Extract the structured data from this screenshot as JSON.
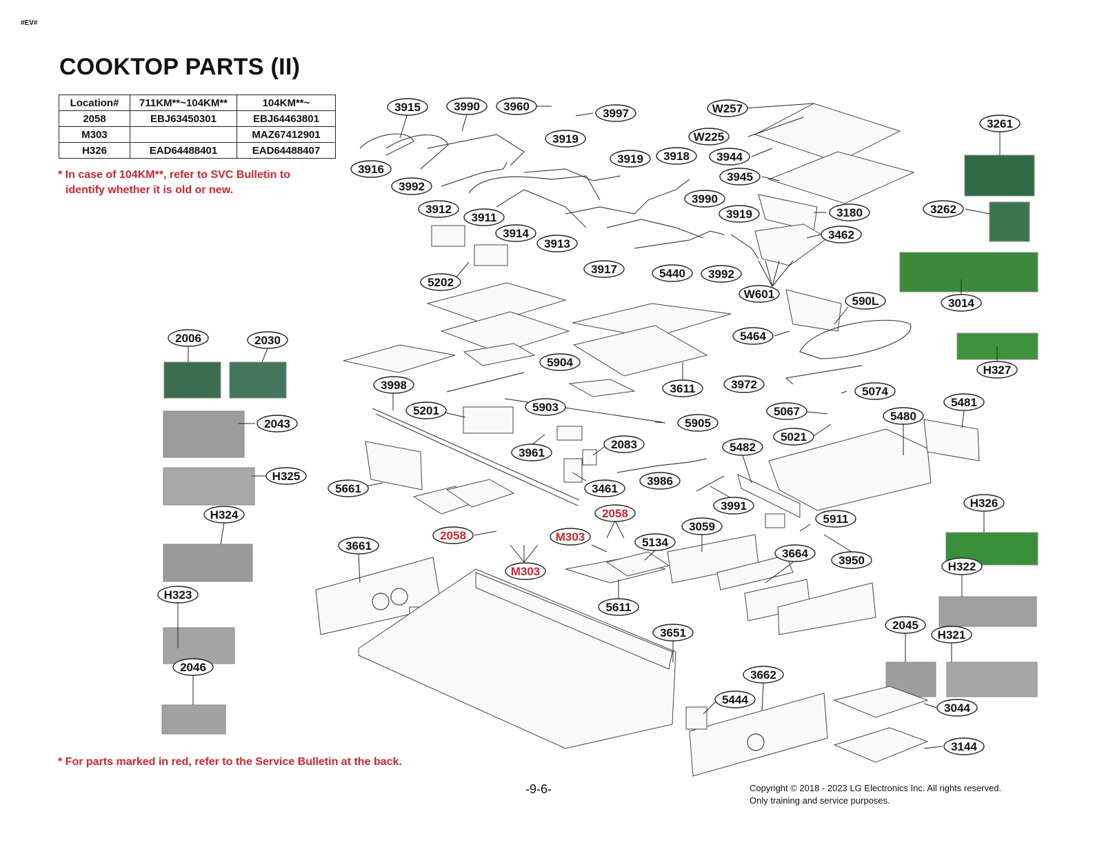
{
  "tag": "#EV#",
  "title": "COOKTOP PARTS (II)",
  "table": {
    "headers": [
      "Location#",
      "711KM**~104KM**",
      "104KM**~"
    ],
    "rows": [
      [
        "2058",
        "EBJ63450301",
        "EBJ64463801"
      ],
      [
        "M303",
        "",
        "MAZ67412901"
      ],
      [
        "H326",
        "EAD64488401",
        "EAD64488407"
      ]
    ]
  },
  "note_top_line1": "* In case of 104KM**, refer to SVC Bulletin to",
  "note_top_line2": "identify whether it is old or new.",
  "note_bottom": "* For parts marked in red, refer to the Service Bulletin at the back.",
  "page_number": "-9-6-",
  "copyright_line1": "Copyright © 2018 - 2023 LG Electronics Inc. All rights reserved.",
  "copyright_line2": "Only training and service purposes.",
  "red_color": "#d6242c",
  "callouts": [
    {
      "label": "3915",
      "red": false
    },
    {
      "label": "3990",
      "red": false
    },
    {
      "label": "3960",
      "red": false
    },
    {
      "label": "3997",
      "red": false
    },
    {
      "label": "W257",
      "red": false
    },
    {
      "label": "W225",
      "red": false
    },
    {
      "label": "3261",
      "red": false
    },
    {
      "label": "3919",
      "red": false
    },
    {
      "label": "3916",
      "red": false
    },
    {
      "label": "3919",
      "red": false
    },
    {
      "label": "3918",
      "red": false
    },
    {
      "label": "3944",
      "red": false
    },
    {
      "label": "3945",
      "red": false
    },
    {
      "label": "3992",
      "red": false
    },
    {
      "label": "3990",
      "red": false
    },
    {
      "label": "3262",
      "red": false
    },
    {
      "label": "3912",
      "red": false
    },
    {
      "label": "3911",
      "red": false
    },
    {
      "label": "3919",
      "red": false
    },
    {
      "label": "3180",
      "red": false
    },
    {
      "label": "3914",
      "red": false
    },
    {
      "label": "3913",
      "red": false
    },
    {
      "label": "3462",
      "red": false
    },
    {
      "label": "3917",
      "red": false
    },
    {
      "label": "5440",
      "red": false
    },
    {
      "label": "3992",
      "red": false
    },
    {
      "label": "5202",
      "red": false
    },
    {
      "label": "W601",
      "red": false
    },
    {
      "label": "590L",
      "red": false
    },
    {
      "label": "3014",
      "red": false
    },
    {
      "label": "5464",
      "red": false
    },
    {
      "label": "2006",
      "red": false
    },
    {
      "label": "2030",
      "red": false
    },
    {
      "label": "5904",
      "red": false
    },
    {
      "label": "H327",
      "red": false
    },
    {
      "label": "3998",
      "red": false
    },
    {
      "label": "3611",
      "red": false
    },
    {
      "label": "3972",
      "red": false
    },
    {
      "label": "5074",
      "red": false
    },
    {
      "label": "5481",
      "red": false
    },
    {
      "label": "5903",
      "red": false
    },
    {
      "label": "5201",
      "red": false
    },
    {
      "label": "5067",
      "red": false
    },
    {
      "label": "5480",
      "red": false
    },
    {
      "label": "2043",
      "red": false
    },
    {
      "label": "5905",
      "red": false
    },
    {
      "label": "5021",
      "red": false
    },
    {
      "label": "2083",
      "red": false
    },
    {
      "label": "3961",
      "red": false
    },
    {
      "label": "5482",
      "red": false
    },
    {
      "label": "H325",
      "red": false
    },
    {
      "label": "3986",
      "red": false
    },
    {
      "label": "5661",
      "red": false
    },
    {
      "label": "3461",
      "red": false
    },
    {
      "label": "3991",
      "red": false
    },
    {
      "label": "H326",
      "red": false
    },
    {
      "label": "H324",
      "red": false
    },
    {
      "label": "2058",
      "red": true
    },
    {
      "label": "5911",
      "red": false
    },
    {
      "label": "3059",
      "red": false
    },
    {
      "label": "2058",
      "red": true
    },
    {
      "label": "M303",
      "red": true
    },
    {
      "label": "5134",
      "red": false
    },
    {
      "label": "3661",
      "red": false
    },
    {
      "label": "3664",
      "red": false
    },
    {
      "label": "3950",
      "red": false
    },
    {
      "label": "H322",
      "red": false
    },
    {
      "label": "M303",
      "red": true
    },
    {
      "label": "H323",
      "red": false
    },
    {
      "label": "5611",
      "red": false
    },
    {
      "label": "2045",
      "red": false
    },
    {
      "label": "H321",
      "red": false
    },
    {
      "label": "3651",
      "red": false
    },
    {
      "label": "2046",
      "red": false
    },
    {
      "label": "3662",
      "red": false
    },
    {
      "label": "5444",
      "red": false
    },
    {
      "label": "3044",
      "red": false
    },
    {
      "label": "3144",
      "red": false
    }
  ]
}
